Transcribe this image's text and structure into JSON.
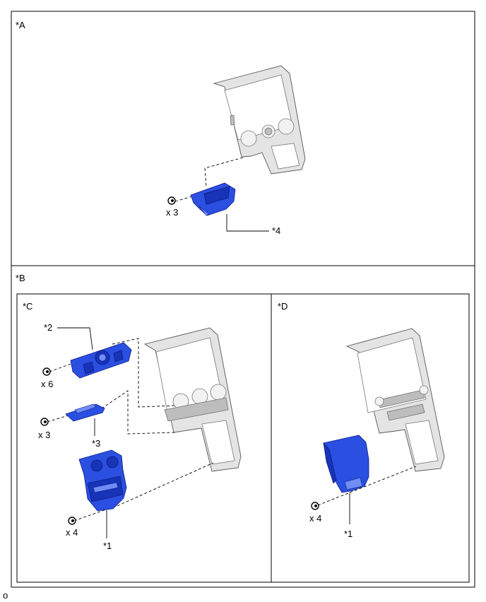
{
  "panel_a": {
    "label": "*A",
    "count": "x 3",
    "callout_4": "*4"
  },
  "panel_b": {
    "label": "*B"
  },
  "panel_c": {
    "label": "*C",
    "callout_2": "*2",
    "count_top": "x 6",
    "count_mid": "x 3",
    "callout_3": "*3",
    "count_bottom": "x 4",
    "callout_1": "*1"
  },
  "panel_d": {
    "label": "*D",
    "count": "x 4",
    "callout_1": "*1"
  },
  "footer": {
    "mark": "o"
  },
  "colors": {
    "highlight_part": "#2b4fe0",
    "trim": "#e4e4e4"
  }
}
